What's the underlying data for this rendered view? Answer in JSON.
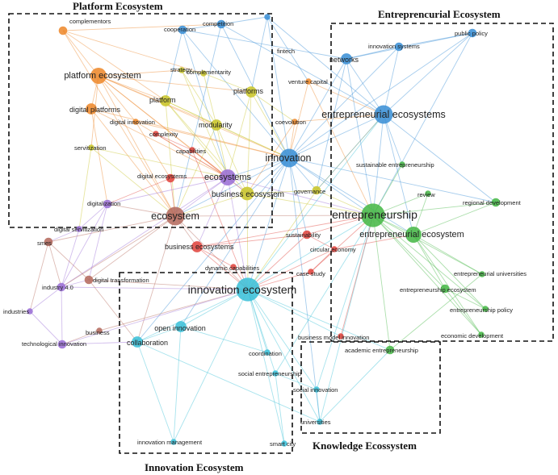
{
  "regions": {
    "platform": "Platform Ecosystem",
    "entrepreneurial": "Entreprencurial Ecosystem",
    "innovation": "Innovation Ecosystem",
    "knowledge": "Knowledge Ecossystem"
  },
  "palette": {
    "orange": "#ee8a2e",
    "blue": "#3c91d6",
    "green": "#48b848",
    "red": "#e0453f",
    "purple": "#9b6fd6",
    "yellow": "#c9c62c",
    "cyan": "#3cc0d8",
    "brown": "#b56b5e"
  },
  "nodes": [
    {
      "id": "platform ecosystem",
      "label": "platform ecosystem",
      "color": "orange",
      "weight": 5
    },
    {
      "id": "complementors",
      "label": "complementors",
      "color": "orange",
      "weight": 2
    },
    {
      "id": "digital platforms",
      "label": "digital platforms",
      "color": "orange",
      "weight": 3
    },
    {
      "id": "servitization",
      "label": "servitization",
      "color": "yellow",
      "weight": 1
    },
    {
      "id": "cooperation",
      "label": "cooperation",
      "color": "blue",
      "weight": 2
    },
    {
      "id": "competition",
      "label": "competition",
      "color": "blue",
      "weight": 2
    },
    {
      "id": "fintech",
      "label": "fintech",
      "color": "blue",
      "weight": 1
    },
    {
      "id": "strategy",
      "label": "strategy",
      "color": "yellow",
      "weight": 1
    },
    {
      "id": "complementarity",
      "label": "complementarity",
      "color": "yellow",
      "weight": 1
    },
    {
      "id": "platform",
      "label": "platform",
      "color": "yellow",
      "weight": 3
    },
    {
      "id": "platforms",
      "label": "platforms",
      "color": "yellow",
      "weight": 3
    },
    {
      "id": "venture capital",
      "label": "venture capital",
      "color": "orange",
      "weight": 1
    },
    {
      "id": "digital innovation",
      "label": "digital innovation",
      "color": "orange",
      "weight": 1
    },
    {
      "id": "modularity",
      "label": "modularity",
      "color": "yellow",
      "weight": 3
    },
    {
      "id": "coevolution",
      "label": "coevolution",
      "color": "orange",
      "weight": 1
    },
    {
      "id": "complexity",
      "label": "complexity",
      "color": "red",
      "weight": 1
    },
    {
      "id": "capabilities",
      "label": "capabilities",
      "color": "red",
      "weight": 1
    },
    {
      "id": "innovation",
      "label": "innovation",
      "color": "blue",
      "weight": 6
    },
    {
      "id": "digital ecosystems",
      "label": "digital ecosystems",
      "color": "red",
      "weight": 2
    },
    {
      "id": "ecosystems",
      "label": "ecosystems",
      "color": "purple",
      "weight": 5
    },
    {
      "id": "business ecosystem",
      "label": "business ecosystem",
      "color": "yellow",
      "weight": 4
    },
    {
      "id": "governance",
      "label": "governance",
      "color": "yellow",
      "weight": 2
    },
    {
      "id": "digitalization",
      "label": "digitalization",
      "color": "purple",
      "weight": 2
    },
    {
      "id": "ecosystem",
      "label": "ecosystem",
      "color": "brown",
      "weight": 6
    },
    {
      "id": "digital servitization",
      "label": "digital servitization",
      "color": "purple",
      "weight": 1
    },
    {
      "id": "smes",
      "label": "smes",
      "color": "brown",
      "weight": 2
    },
    {
      "id": "sustainability",
      "label": "sustainability",
      "color": "red",
      "weight": 2
    },
    {
      "id": "business ecosystems",
      "label": "business ecosystems",
      "color": "red",
      "weight": 3
    },
    {
      "id": "circular economy",
      "label": "circular economy",
      "color": "red",
      "weight": 1
    },
    {
      "id": "dynamic capabilities",
      "label": "dynamic capabilities",
      "color": "red",
      "weight": 1
    },
    {
      "id": "case study",
      "label": "case study",
      "color": "red",
      "weight": 1
    },
    {
      "id": "industry 4.0",
      "label": "industry 4.0",
      "color": "purple",
      "weight": 2
    },
    {
      "id": "digital transformation",
      "label": "digital transformation",
      "color": "brown",
      "weight": 2
    },
    {
      "id": "industries",
      "label": "industries",
      "color": "purple",
      "weight": 1
    },
    {
      "id": "business",
      "label": "business",
      "color": "brown",
      "weight": 1
    },
    {
      "id": "technological innovation",
      "label": "technological innovation",
      "color": "purple",
      "weight": 2
    },
    {
      "id": "innovation ecosystem",
      "label": "innovation ecosystem",
      "color": "cyan",
      "weight": 8
    },
    {
      "id": "open innovation",
      "label": "open innovation",
      "color": "cyan",
      "weight": 3
    },
    {
      "id": "collaboration",
      "label": "collaboration",
      "color": "cyan",
      "weight": 3
    },
    {
      "id": "coordination",
      "label": "coordination",
      "color": "cyan",
      "weight": 1
    },
    {
      "id": "social entrepreneurship",
      "label": "social entrepreneurship",
      "color": "cyan",
      "weight": 1
    },
    {
      "id": "innovation management",
      "label": "innovation management",
      "color": "cyan",
      "weight": 1
    },
    {
      "id": "smart city",
      "label": "smart city",
      "color": "cyan",
      "weight": 1
    },
    {
      "id": "social innovation",
      "label": "social innovation",
      "color": "cyan",
      "weight": 1
    },
    {
      "id": "universities",
      "label": "universities",
      "color": "cyan",
      "weight": 1
    },
    {
      "id": "business model innovation",
      "label": "business model innovation",
      "color": "red",
      "weight": 1
    },
    {
      "id": "academic entrepreneurship",
      "label": "academic entrepreneurship",
      "color": "green",
      "weight": 2
    },
    {
      "id": "public policy",
      "label": "public policy",
      "color": "blue",
      "weight": 2
    },
    {
      "id": "innovation systems",
      "label": "innovation systems",
      "color": "blue",
      "weight": 2
    },
    {
      "id": "networks",
      "label": "networks",
      "color": "blue",
      "weight": 3
    },
    {
      "id": "entrepreneurial ecosystems",
      "label": "entrepreneurial ecosystems",
      "color": "blue",
      "weight": 6
    },
    {
      "id": "sustainable entrepreneurship",
      "label": "sustainable entrepreneurship",
      "color": "green",
      "weight": 1
    },
    {
      "id": "review",
      "label": "review",
      "color": "green",
      "weight": 1
    },
    {
      "id": "regional development",
      "label": "regional development",
      "color": "green",
      "weight": 2
    },
    {
      "id": "entrepreneurship",
      "label": "entrepreneurship",
      "color": "green",
      "weight": 8
    },
    {
      "id": "entrepreneurial ecosystem",
      "label": "entrepreneurial ecosystem",
      "color": "green",
      "weight": 5
    },
    {
      "id": "entrepreneurial universities",
      "label": "entrepreneurial universities",
      "color": "green",
      "weight": 1
    },
    {
      "id": "entrepreneurship ecosystem",
      "label": "entrepreneurship ecosystem",
      "color": "green",
      "weight": 2
    },
    {
      "id": "entrepreneurship policy",
      "label": "entrepreneurship policy",
      "color": "green",
      "weight": 1
    },
    {
      "id": "economic development",
      "label": "economic development",
      "color": "green",
      "weight": 1
    }
  ],
  "links": [
    [
      "platform ecosystem",
      "complementors"
    ],
    [
      "platform ecosystem",
      "digital platforms"
    ],
    [
      "platform ecosystem",
      "platform"
    ],
    [
      "platform ecosystem",
      "ecosystems"
    ],
    [
      "platform ecosystem",
      "innovation"
    ],
    [
      "platform ecosystem",
      "ecosystem"
    ],
    [
      "platform ecosystem",
      "modularity"
    ],
    [
      "platform ecosystem",
      "strategy"
    ],
    [
      "platform ecosystem",
      "servitization"
    ],
    [
      "platform ecosystem",
      "business ecosystem"
    ],
    [
      "platform ecosystem",
      "digital innovation"
    ],
    [
      "platform ecosystem",
      "platforms"
    ],
    [
      "complementors",
      "platform"
    ],
    [
      "complementors",
      "competition"
    ],
    [
      "complementors",
      "ecosystem"
    ],
    [
      "complementors",
      "complementarity"
    ],
    [
      "digital platforms",
      "ecosystem"
    ],
    [
      "digital platforms",
      "digitalization"
    ],
    [
      "digital platforms",
      "innovation"
    ],
    [
      "digital platforms",
      "ecosystems"
    ],
    [
      "servitization",
      "digital servitization"
    ],
    [
      "servitization",
      "ecosystem"
    ],
    [
      "servitization",
      "ecosystems"
    ],
    [
      "cooperation",
      "competition"
    ],
    [
      "cooperation",
      "innovation"
    ],
    [
      "cooperation",
      "networks"
    ],
    [
      "cooperation",
      "ecosystems"
    ],
    [
      "cooperation",
      "platform"
    ],
    [
      "competition",
      "innovation"
    ],
    [
      "competition",
      "fintech"
    ],
    [
      "competition",
      "entrepreneurial ecosystems"
    ],
    [
      "competition",
      "ecosystem"
    ],
    [
      "fintech",
      "innovation"
    ],
    [
      "fintech",
      "entrepreneurial ecosystems"
    ],
    [
      "fintech",
      "venture capital"
    ],
    [
      "fintech",
      "platforms"
    ],
    [
      "strategy",
      "ecosystems"
    ],
    [
      "strategy",
      "complementarity"
    ],
    [
      "strategy",
      "modularity"
    ],
    [
      "complementarity",
      "platforms"
    ],
    [
      "complementarity",
      "modularity"
    ],
    [
      "platform",
      "modularity"
    ],
    [
      "platform",
      "ecosystems"
    ],
    [
      "platform",
      "innovation"
    ],
    [
      "platform",
      "business ecosystem"
    ],
    [
      "platform",
      "ecosystem"
    ],
    [
      "platforms",
      "innovation"
    ],
    [
      "platforms",
      "business ecosystem"
    ],
    [
      "platforms",
      "ecosystems"
    ],
    [
      "platforms",
      "coevolution"
    ],
    [
      "venture capital",
      "entrepreneurial ecosystems"
    ],
    [
      "venture capital",
      "entrepreneurship"
    ],
    [
      "venture capital",
      "innovation"
    ],
    [
      "digital innovation",
      "ecosystems"
    ],
    [
      "digital innovation",
      "digital ecosystems"
    ],
    [
      "digital innovation",
      "innovation"
    ],
    [
      "modularity",
      "ecosystems"
    ],
    [
      "modularity",
      "business ecosystem"
    ],
    [
      "modularity",
      "innovation"
    ],
    [
      "modularity",
      "ecosystem"
    ],
    [
      "coevolution",
      "business ecosystem"
    ],
    [
      "coevolution",
      "innovation"
    ],
    [
      "coevolution",
      "entrepreneurial ecosystems"
    ],
    [
      "complexity",
      "ecosystems"
    ],
    [
      "complexity",
      "capabilities"
    ],
    [
      "capabilities",
      "ecosystems"
    ],
    [
      "capabilities",
      "innovation ecosystem"
    ],
    [
      "innovation",
      "ecosystems"
    ],
    [
      "innovation",
      "entrepreneurship"
    ],
    [
      "innovation",
      "entrepreneurial ecosystems"
    ],
    [
      "innovation",
      "innovation ecosystem"
    ],
    [
      "innovation",
      "networks"
    ],
    [
      "innovation",
      "business ecosystem"
    ],
    [
      "innovation",
      "ecosystem"
    ],
    [
      "innovation",
      "entrepreneurial ecosystem"
    ],
    [
      "innovation",
      "open innovation"
    ],
    [
      "innovation",
      "sustainability"
    ],
    [
      "innovation",
      "governance"
    ],
    [
      "innovation",
      "innovation systems"
    ],
    [
      "innovation",
      "public policy"
    ],
    [
      "innovation",
      "regional development"
    ],
    [
      "innovation",
      "collaboration"
    ],
    [
      "innovation",
      "universities"
    ],
    [
      "digital ecosystems",
      "ecosystems"
    ],
    [
      "digital ecosystems",
      "ecosystem"
    ],
    [
      "digital ecosystems",
      "digitalization"
    ],
    [
      "ecosystems",
      "business ecosystem"
    ],
    [
      "ecosystems",
      "ecosystem"
    ],
    [
      "ecosystems",
      "innovation ecosystem"
    ],
    [
      "ecosystems",
      "digitalization"
    ],
    [
      "ecosystems",
      "industry 4.0"
    ],
    [
      "ecosystems",
      "business ecosystems"
    ],
    [
      "ecosystems",
      "entrepreneurship"
    ],
    [
      "business ecosystem",
      "governance"
    ],
    [
      "business ecosystem",
      "ecosystem"
    ],
    [
      "business ecosystem",
      "innovation ecosystem"
    ],
    [
      "business ecosystem",
      "entrepreneurship"
    ],
    [
      "governance",
      "entrepreneurship"
    ],
    [
      "governance",
      "entrepreneurial ecosystems"
    ],
    [
      "governance",
      "innovation ecosystem"
    ],
    [
      "ecosystem",
      "smes"
    ],
    [
      "ecosystem",
      "digitalization"
    ],
    [
      "ecosystem",
      "business ecosystems"
    ],
    [
      "ecosystem",
      "innovation ecosystem"
    ],
    [
      "ecosystem",
      "entrepreneurship"
    ],
    [
      "ecosystem",
      "digital transformation"
    ],
    [
      "ecosystem",
      "industry 4.0"
    ],
    [
      "ecosystem",
      "collaboration"
    ],
    [
      "digital servitization",
      "smes"
    ],
    [
      "digital servitization",
      "digitalization"
    ],
    [
      "digital servitization",
      "industry 4.0"
    ],
    [
      "smes",
      "industry 4.0"
    ],
    [
      "smes",
      "digital transformation"
    ],
    [
      "smes",
      "industries"
    ],
    [
      "digitalization",
      "industry 4.0"
    ],
    [
      "digitalization",
      "digital transformation"
    ],
    [
      "sustainability",
      "circular economy"
    ],
    [
      "sustainability",
      "business ecosystems"
    ],
    [
      "sustainability",
      "entrepreneurship"
    ],
    [
      "sustainability",
      "innovation ecosystem"
    ],
    [
      "business ecosystems",
      "dynamic capabilities"
    ],
    [
      "business ecosystems",
      "innovation ecosystem"
    ],
    [
      "business ecosystems",
      "entrepreneurship"
    ],
    [
      "circular economy",
      "case study"
    ],
    [
      "circular economy",
      "entrepreneurial ecosystem"
    ],
    [
      "circular economy",
      "innovation ecosystem"
    ],
    [
      "dynamic capabilities",
      "innovation ecosystem"
    ],
    [
      "case study",
      "innovation ecosystem"
    ],
    [
      "case study",
      "entrepreneurship"
    ],
    [
      "industry 4.0",
      "industries"
    ],
    [
      "industry 4.0",
      "technological innovation"
    ],
    [
      "industry 4.0",
      "digital transformation"
    ],
    [
      "industry 4.0",
      "innovation ecosystem"
    ],
    [
      "digital transformation",
      "innovation ecosystem"
    ],
    [
      "digital transformation",
      "collaboration"
    ],
    [
      "industries",
      "technological innovation"
    ],
    [
      "business",
      "technological innovation"
    ],
    [
      "business",
      "innovation ecosystem"
    ],
    [
      "technological innovation",
      "innovation ecosystem"
    ],
    [
      "technological innovation",
      "collaboration"
    ],
    [
      "innovation ecosystem",
      "open innovation"
    ],
    [
      "innovation ecosystem",
      "collaboration"
    ],
    [
      "innovation ecosystem",
      "coordination"
    ],
    [
      "innovation ecosystem",
      "social entrepreneurship"
    ],
    [
      "innovation ecosystem",
      "innovation management"
    ],
    [
      "innovation ecosystem",
      "smart city"
    ],
    [
      "innovation ecosystem",
      "social innovation"
    ],
    [
      "innovation ecosystem",
      "universities"
    ],
    [
      "innovation ecosystem",
      "entrepreneurship"
    ],
    [
      "innovation ecosystem",
      "entrepreneurial ecosystems"
    ],
    [
      "innovation ecosystem",
      "business model innovation"
    ],
    [
      "innovation ecosystem",
      "academic entrepreneurship"
    ],
    [
      "open innovation",
      "collaboration"
    ],
    [
      "open innovation",
      "innovation management"
    ],
    [
      "open innovation",
      "coordination"
    ],
    [
      "collaboration",
      "innovation management"
    ],
    [
      "collaboration",
      "universities"
    ],
    [
      "social entrepreneurship",
      "entrepreneurship"
    ],
    [
      "social entrepreneurship",
      "smart city"
    ],
    [
      "social entrepreneurship",
      "social innovation"
    ],
    [
      "social innovation",
      "universities"
    ],
    [
      "social innovation",
      "entrepreneurship"
    ],
    [
      "universities",
      "academic entrepreneurship"
    ],
    [
      "universities",
      "entrepreneurship"
    ],
    [
      "business model innovation",
      "entrepreneurship"
    ],
    [
      "academic entrepreneurship",
      "entrepreneurship"
    ],
    [
      "academic entrepreneurship",
      "entrepreneurial universities"
    ],
    [
      "public policy",
      "entrepreneurial ecosystems"
    ],
    [
      "public policy",
      "networks"
    ],
    [
      "public policy",
      "entrepreneurship"
    ],
    [
      "public policy",
      "innovation systems"
    ],
    [
      "innovation systems",
      "entrepreneurial ecosystems"
    ],
    [
      "innovation systems",
      "networks"
    ],
    [
      "networks",
      "entrepreneurial ecosystems"
    ],
    [
      "networks",
      "entrepreneurship"
    ],
    [
      "networks",
      "governance"
    ],
    [
      "entrepreneurial ecosystems",
      "entrepreneurship"
    ],
    [
      "entrepreneurial ecosystems",
      "sustainable entrepreneurship"
    ],
    [
      "entrepreneurial ecosystems",
      "regional development"
    ],
    [
      "entrepreneurial ecosystems",
      "entrepreneurial ecosystem"
    ],
    [
      "entrepreneurial ecosystems",
      "governance"
    ],
    [
      "sustainable entrepreneurship",
      "entrepreneurship"
    ],
    [
      "review",
      "entrepreneurship"
    ],
    [
      "review",
      "entrepreneurial ecosystem"
    ],
    [
      "regional development",
      "entrepreneurship"
    ],
    [
      "regional development",
      "entrepreneurial ecosystem"
    ],
    [
      "entrepreneurship",
      "entrepreneurial ecosystem"
    ],
    [
      "entrepreneurship",
      "entrepreneurial universities"
    ],
    [
      "entrepreneurship",
      "entrepreneurship ecosystem"
    ],
    [
      "entrepreneurship",
      "entrepreneurship policy"
    ],
    [
      "entrepreneurship",
      "economic development"
    ],
    [
      "entrepreneurial ecosystem",
      "entrepreneurial universities"
    ],
    [
      "entrepreneurial ecosystem",
      "entrepreneurship ecosystem"
    ],
    [
      "entrepreneurial ecosystem",
      "entrepreneurship policy"
    ],
    [
      "entrepreneurial ecosystem",
      "economic development"
    ],
    [
      "entrepreneurship ecosystem",
      "entrepreneurship policy"
    ],
    [
      "entrepreneurship ecosystem",
      "economic development"
    ]
  ]
}
